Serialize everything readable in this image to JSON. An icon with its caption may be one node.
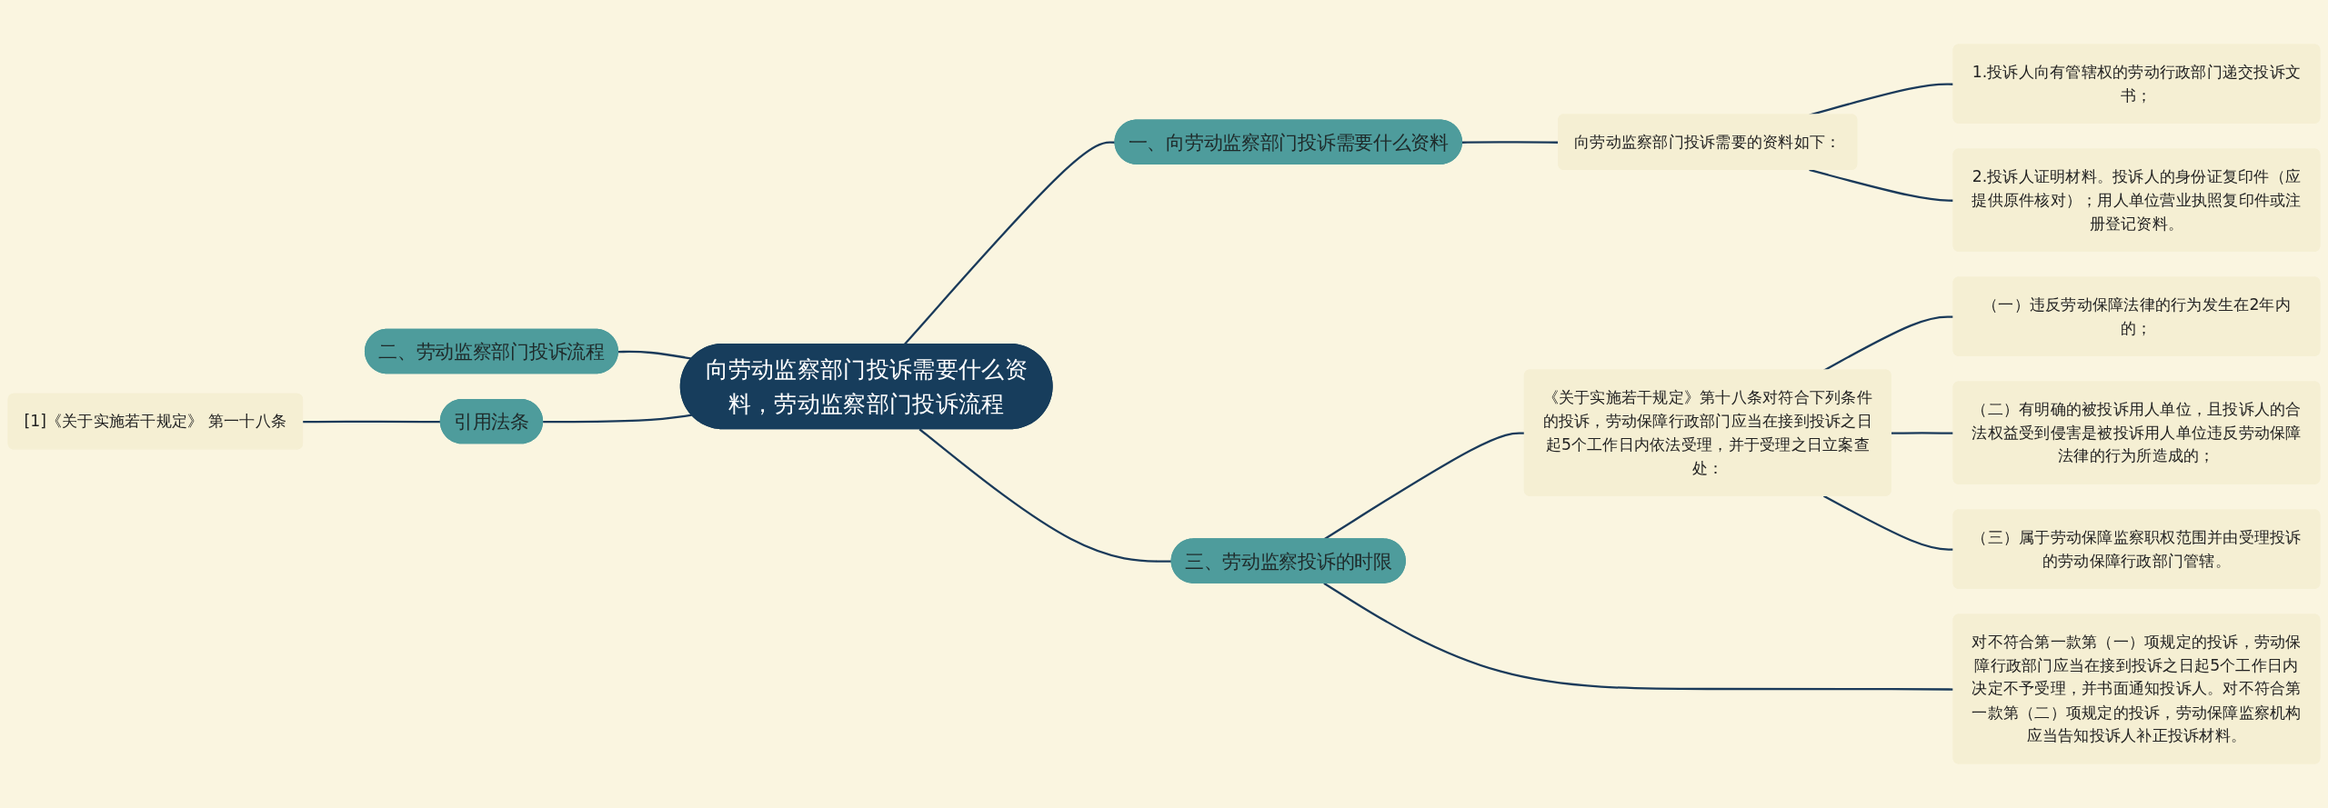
{
  "diagram": {
    "nodes": [
      {
        "text": [
          "向劳动监察部门投诉需要什么资料，劳动监察部门投诉流程"
        ]
      },
      {
        "text": [
          "一、向劳动监察部门投诉需要什么资料"
        ]
      },
      {
        "text": [
          "向劳动监察部门投诉需要的资料如下："
        ]
      },
      {
        "text": [
          "1.投诉人向有管辖权的劳动行政部门递交投诉文书；"
        ]
      },
      {
        "text": [
          "2.投诉人证明材料。投诉人的身份证复印件（应提供原件核对）；用人单位营业执照复印件或注册登记资料。"
        ]
      },
      {
        "text": [
          "二、劳动监察部门投诉流程"
        ]
      },
      {
        "text": [
          "引用法条"
        ]
      },
      {
        "text": [
          "[1]《关于实施若干规定》 第一十八条"
        ]
      },
      {
        "text": [
          "三、劳动监察投诉的时限"
        ]
      },
      {
        "text": [
          "《关于实施若干规定》第十八条对符合下列条件的投诉，劳动保障行政部门应当在接到投诉之日起5个工作日内依法受理，并于受理之日立案查处："
        ]
      },
      {
        "text": [
          "（一）违反劳动保障法律的行为发生在2年内的；"
        ]
      },
      {
        "text": [
          "（二）有明确的被投诉用人单位，且投诉人的合法权益受到侵害是被投诉用人单位违反劳动保障法律的行为所造成的；"
        ]
      },
      {
        "text": [
          "（三）属于劳动保障监察职权范围并由受理投诉的劳动保障行政部门管辖。"
        ]
      },
      {
        "text": [
          "对不符合第一款第（一）项规定的投诉，劳动保障行政部门应当在接到投诉之日起5个工作日内决定不予受理，并书面通知投诉人。对不符合第一款第（二）项规定的投诉，劳动保障监察机构应当告知投诉人补正投诉材料。"
        ]
      }
    ],
    "edges": [
      {
        "from": 0,
        "to": 1,
        "arrow": "none"
      },
      {
        "from": 1,
        "to": 2,
        "arrow": "none"
      },
      {
        "from": 2,
        "to": 3,
        "arrow": "none"
      },
      {
        "from": 2,
        "to": 4,
        "arrow": "none"
      },
      {
        "from": 5,
        "to": 0,
        "arrow": "none"
      },
      {
        "from": 6,
        "to": 0,
        "arrow": "none"
      },
      {
        "from": 7,
        "to": 6,
        "arrow": "none"
      },
      {
        "from": 0,
        "to": 8,
        "arrow": "none"
      },
      {
        "from": 8,
        "to": 9,
        "arrow": "none"
      },
      {
        "from": 9,
        "to": 10,
        "arrow": "none"
      },
      {
        "from": 9,
        "to": 11,
        "arrow": "none"
      },
      {
        "from": 9,
        "to": 12,
        "arrow": "none"
      },
      {
        "from": 8,
        "to": 13,
        "arrow": "none"
      }
    ]
  }
}
